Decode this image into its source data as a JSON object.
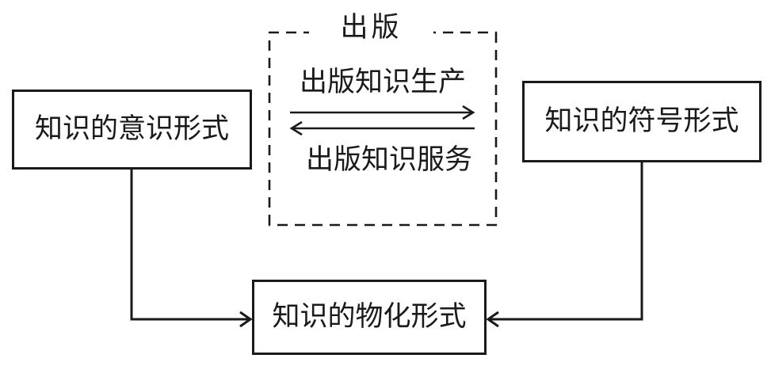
{
  "diagram": {
    "group": {
      "title": "出版",
      "flow_top_label": "出版知识生产",
      "flow_bottom_label": "出版知识服务"
    },
    "nodes": {
      "left_label": "知识的意识形式",
      "right_label": "知识的符号形式",
      "bottom_label": "知识的物化形式"
    },
    "colors": {
      "line": "#1a1a1a",
      "background": "#ffffff"
    }
  }
}
